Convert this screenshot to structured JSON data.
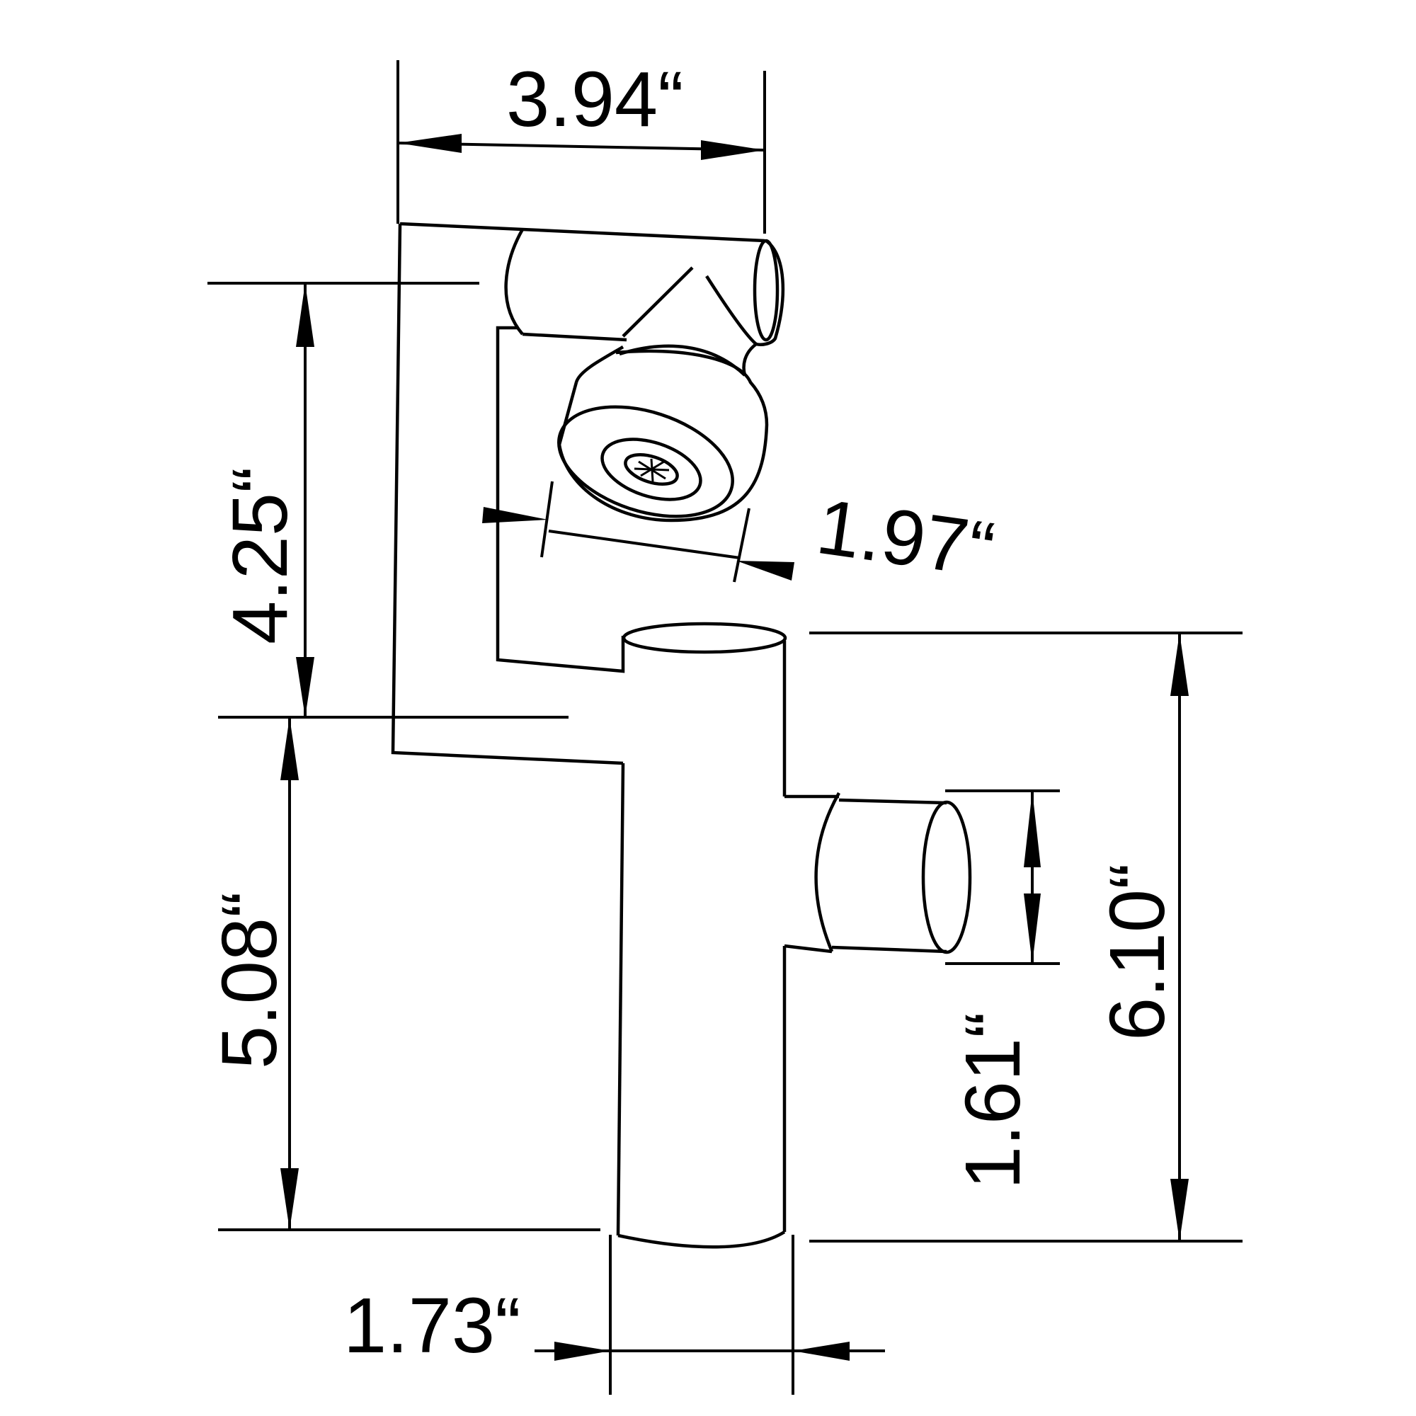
{
  "dimensions": {
    "top_width": "3.94“",
    "upper_height": "4.25“",
    "lower_height": "5.08“",
    "spray_head_diameter": "1.97“",
    "outlet_diameter": "1.61“",
    "right_height": "6.10“",
    "bottom_width": "1.73“"
  }
}
